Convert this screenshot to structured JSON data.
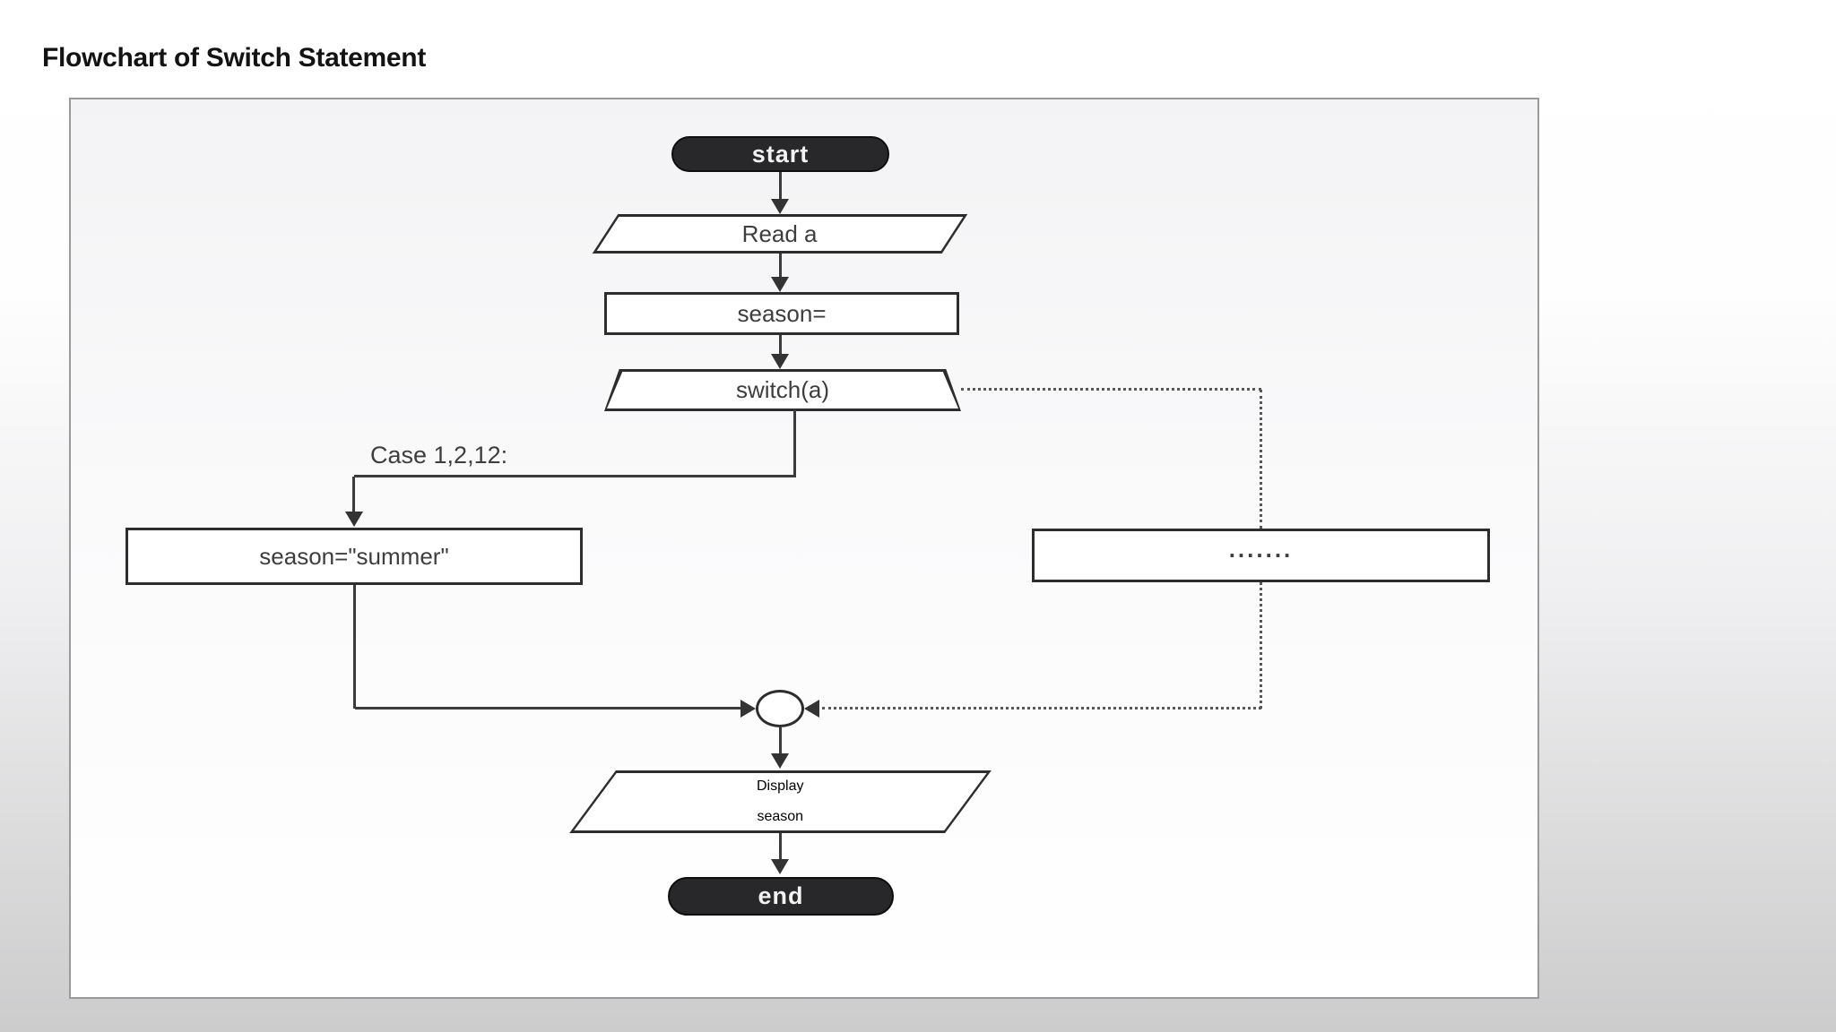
{
  "title": "Flowchart of Switch Statement",
  "diagram": {
    "nodes": {
      "start": {
        "shape": "terminator",
        "label": "start"
      },
      "read_a": {
        "shape": "parallelogram",
        "label": "Read a"
      },
      "season_assign": {
        "shape": "rectangle",
        "label": "season="
      },
      "switch": {
        "shape": "trapezoid",
        "label": "switch(a)"
      },
      "season_summer": {
        "shape": "rectangle",
        "label": "season=\"summer\""
      },
      "other_cases": {
        "shape": "rectangle",
        "label": "......."
      },
      "junction": {
        "shape": "connector-circle",
        "label": ""
      },
      "display": {
        "shape": "parallelogram",
        "label_line1": "Display",
        "label_line2": "season"
      },
      "end": {
        "shape": "terminator",
        "label": "end"
      }
    },
    "edges": [
      {
        "from": "start",
        "to": "read_a",
        "style": "solid"
      },
      {
        "from": "read_a",
        "to": "season_assign",
        "style": "solid"
      },
      {
        "from": "season_assign",
        "to": "switch",
        "style": "solid"
      },
      {
        "from": "switch",
        "to": "season_summer",
        "style": "solid",
        "label": "Case 1,2,12:"
      },
      {
        "from": "switch",
        "to": "other_cases",
        "style": "dotted"
      },
      {
        "from": "season_summer",
        "to": "junction",
        "style": "solid"
      },
      {
        "from": "other_cases",
        "to": "junction",
        "style": "dotted"
      },
      {
        "from": "junction",
        "to": "display",
        "style": "solid"
      },
      {
        "from": "display",
        "to": "end",
        "style": "solid"
      }
    ],
    "colors": {
      "terminator_fill": "#28282a",
      "terminator_text": "#f2f2f2",
      "shape_border": "#2d2d2d",
      "solid_line": "#3b3b3b",
      "dotted_line": "#585858",
      "text": "#3e3e3e",
      "panel_border": "#9a9a9a"
    }
  }
}
